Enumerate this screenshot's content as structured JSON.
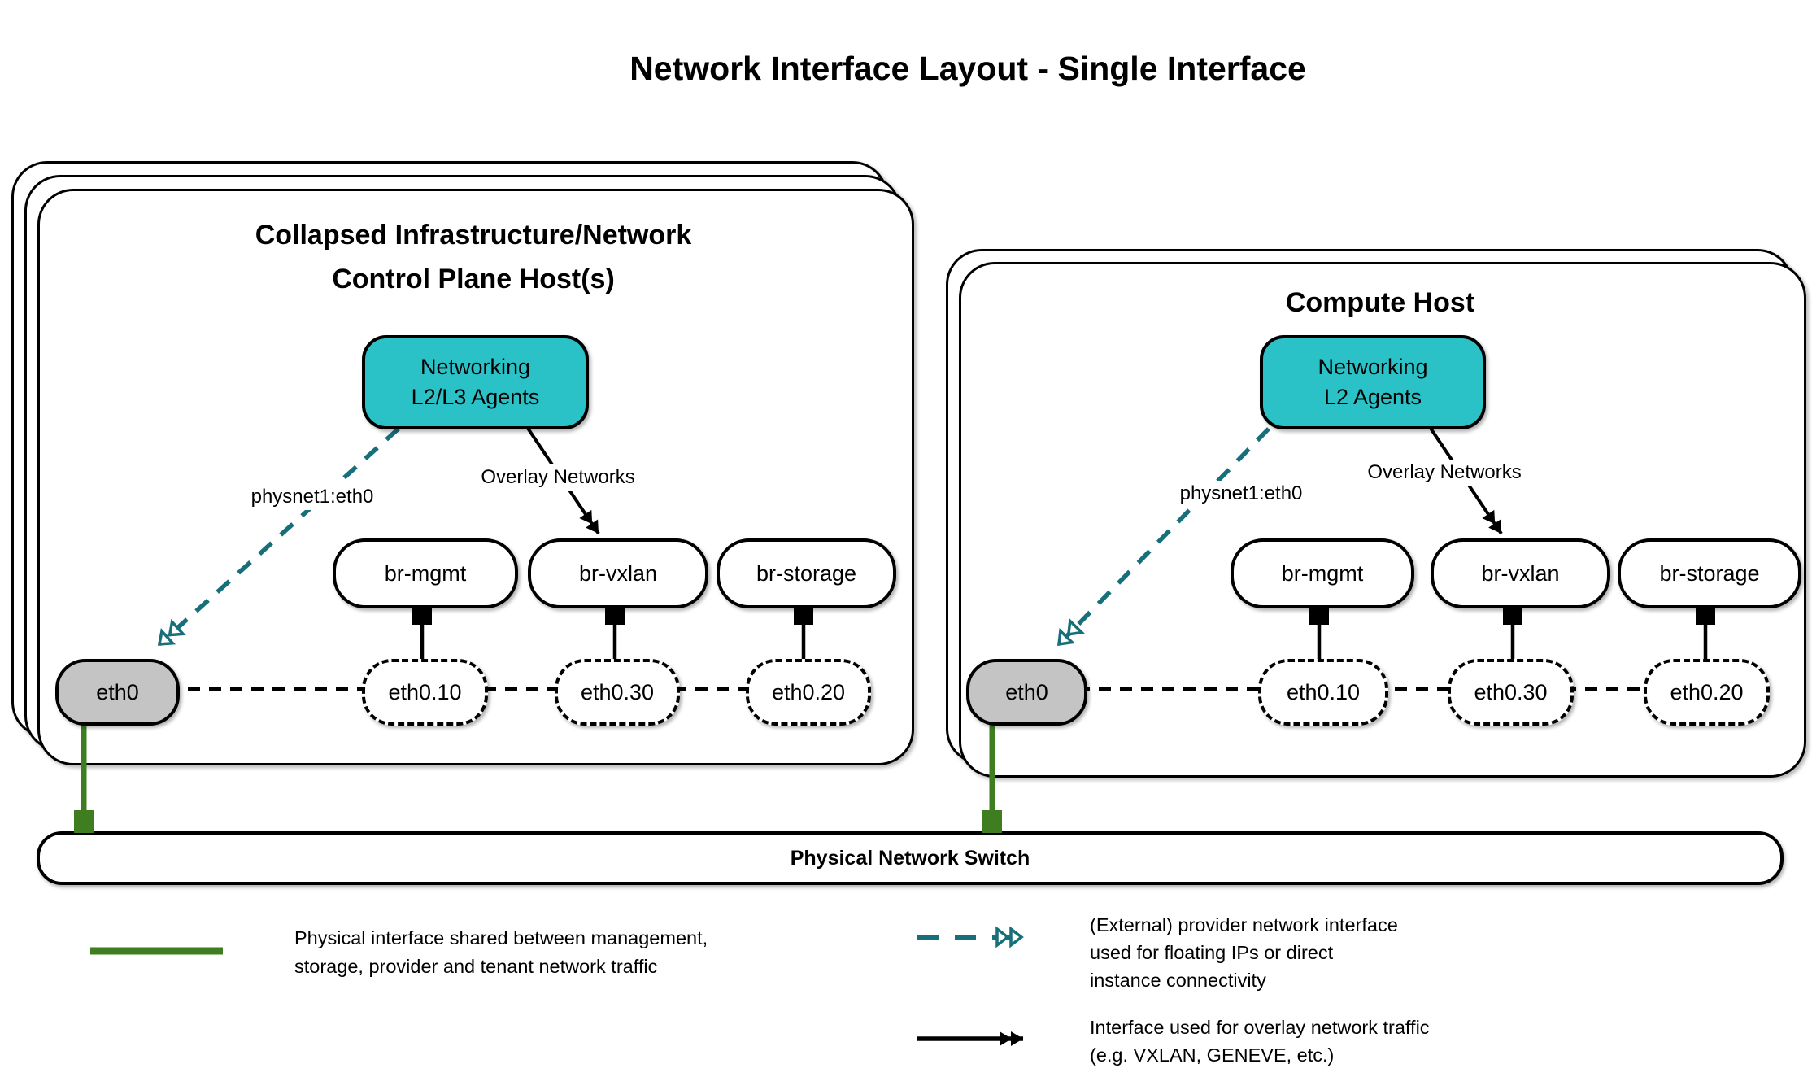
{
  "page_title": "Network Interface Layout - Single Interface",
  "hosts": {
    "control": {
      "title_lines": [
        "Collapsed Infrastructure/Network",
        "Control Plane Host(s)"
      ],
      "agent_lines": [
        "Networking",
        "L2/L3 Agents"
      ],
      "provider_label": "physnet1:eth0",
      "overlay_label": "Overlay Networks",
      "bridges": {
        "mgmt": "br-mgmt",
        "vxlan": "br-vxlan",
        "storage": "br-storage"
      },
      "interfaces": {
        "physical": "eth0",
        "mgmt_vlan": "eth0.10",
        "vxlan_vlan": "eth0.30",
        "storage_vlan": "eth0.20"
      }
    },
    "compute": {
      "title_lines": [
        "Compute Host"
      ],
      "agent_lines": [
        "Networking",
        "L2 Agents"
      ],
      "provider_label": "physnet1:eth0",
      "overlay_label": "Overlay Networks",
      "bridges": {
        "mgmt": "br-mgmt",
        "vxlan": "br-vxlan",
        "storage": "br-storage"
      },
      "interfaces": {
        "physical": "eth0",
        "mgmt_vlan": "eth0.10",
        "vxlan_vlan": "eth0.30",
        "storage_vlan": "eth0.20"
      }
    }
  },
  "switch": {
    "label": "Physical Network Switch"
  },
  "legend": {
    "physical_interface": {
      "lines": [
        "Physical interface shared between management,",
        "storage, provider and tenant network traffic"
      ]
    },
    "provider_interface": {
      "lines": [
        "(External) provider network interface",
        "used for floating IPs or direct",
        "instance connectivity"
      ]
    },
    "overlay_interface": {
      "lines": [
        "Interface used for overlay network traffic",
        "(e.g. VXLAN, GENEVE, etc.)"
      ]
    }
  },
  "colors": {
    "agent_fill": "#2bc2c7",
    "provider_line": "#176f7a",
    "physical_line": "#3e7d20",
    "physical_interface_fill": "#c4c4c4",
    "line_black": "#000000"
  }
}
